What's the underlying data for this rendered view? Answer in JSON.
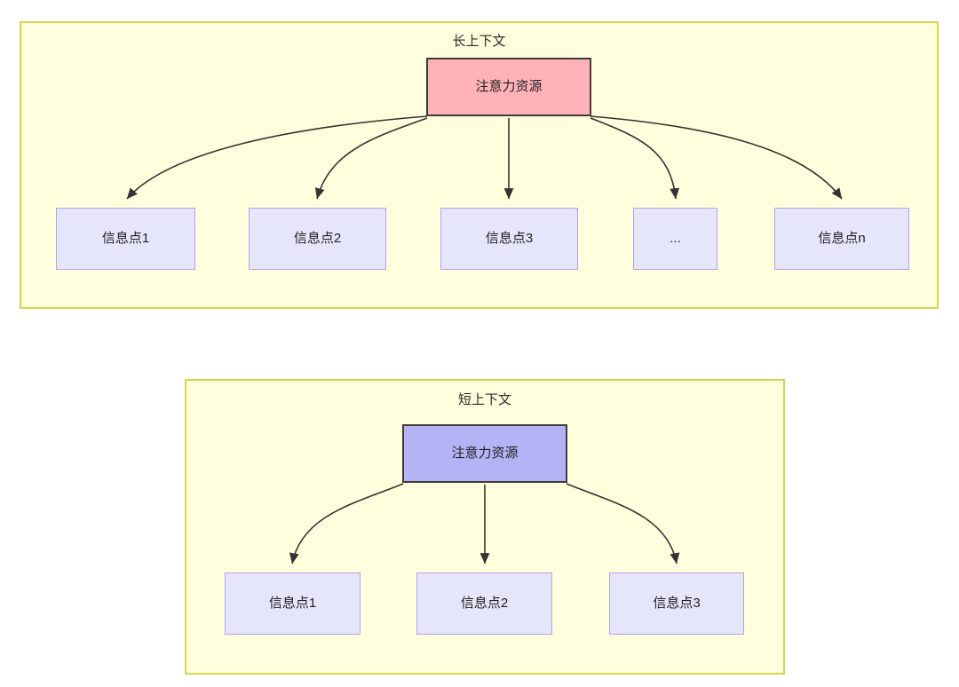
{
  "diagram": {
    "type": "flowchart",
    "title_long": "长上下文",
    "title_short": "短上下文",
    "panels": [
      {
        "id": "long-context",
        "title": "长上下文",
        "fill_color": "#ffffdd",
        "border_color": "#d6d34f",
        "root": {
          "label": "注意力资源",
          "fill_color": "#ffb3b9",
          "border_color": "#3c3c3c"
        },
        "children": [
          {
            "label": "信息点1",
            "fill_color": "#e6e6fb",
            "border_color": "#b6a0e8"
          },
          {
            "label": "信息点2",
            "fill_color": "#e6e6fb",
            "border_color": "#b6a0e8"
          },
          {
            "label": "信息点3",
            "fill_color": "#e6e6fb",
            "border_color": "#b6a0e8"
          },
          {
            "label": "...",
            "fill_color": "#e6e6fb",
            "border_color": "#b6a0e8"
          },
          {
            "label": "信息点n",
            "fill_color": "#e6e6fb",
            "border_color": "#b6a0e8"
          }
        ]
      },
      {
        "id": "short-context",
        "title": "短上下文",
        "fill_color": "#ffffdd",
        "border_color": "#d6d34f",
        "root": {
          "label": "注意力资源",
          "fill_color": "#b3b3f5",
          "border_color": "#3c3c3c"
        },
        "children": [
          {
            "label": "信息点1",
            "fill_color": "#e6e6fb",
            "border_color": "#b6a0e8"
          },
          {
            "label": "信息点2",
            "fill_color": "#e6e6fb",
            "border_color": "#b6a0e8"
          },
          {
            "label": "信息点3",
            "fill_color": "#e6e6fb",
            "border_color": "#b6a0e8"
          }
        ]
      }
    ],
    "edge_color": "#333333"
  }
}
